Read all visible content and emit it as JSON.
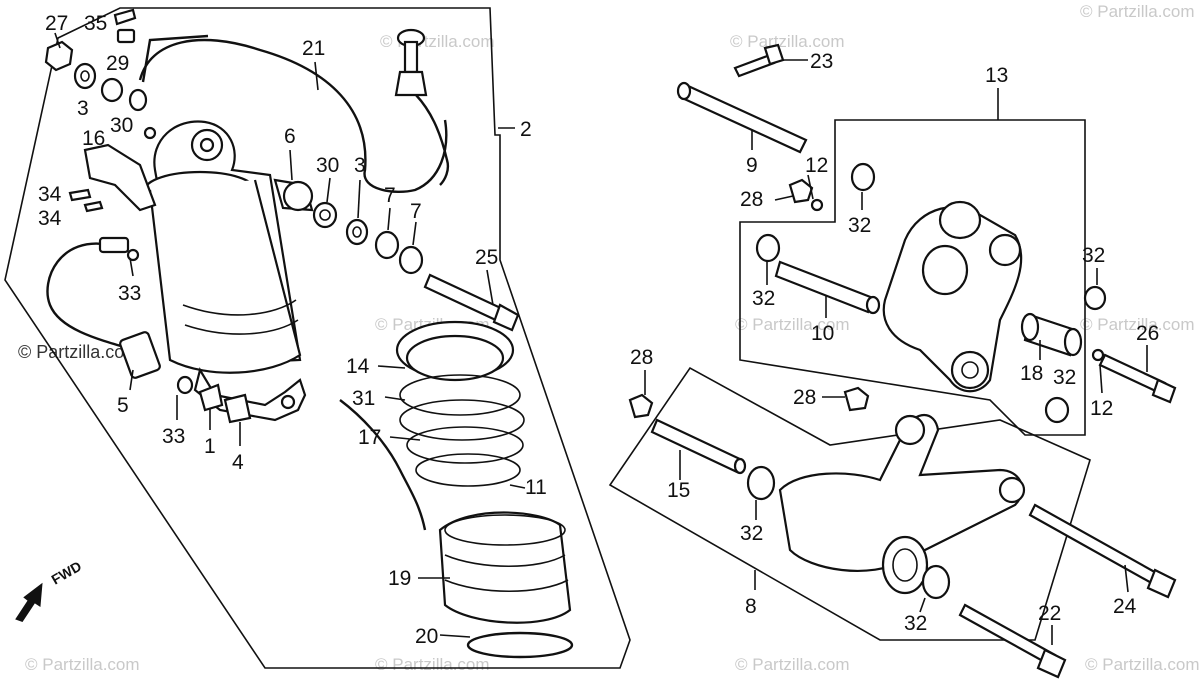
{
  "watermark": "© Partzilla.com",
  "direction_label": "FWD",
  "callouts": {
    "c27": "27",
    "c35": "35",
    "c29": "29",
    "c3a": "3",
    "c30a": "30",
    "c16": "16",
    "c34a": "34",
    "c34b": "34",
    "c33a": "33",
    "c5": "5",
    "c33b": "33",
    "c1": "1",
    "c4": "4",
    "c21": "21",
    "c2": "2",
    "c6": "6",
    "c30b": "30",
    "c3b": "3",
    "c7a": "7",
    "c7b": "7",
    "c25": "25",
    "c14": "14",
    "c31": "31",
    "c17": "17",
    "c11": "11",
    "c19": "19",
    "c20": "20",
    "c23": "23",
    "c13": "13",
    "c9": "9",
    "c12a": "12",
    "c28a": "28",
    "c32a": "32",
    "c32b": "32",
    "c10": "10",
    "c32c": "32",
    "c26": "26",
    "c18": "18",
    "c32d": "32",
    "c12b": "12",
    "c28b": "28",
    "c28c": "28",
    "c15": "15",
    "c32e": "32",
    "c8": "8",
    "c32f": "32",
    "c24": "24",
    "c22": "22"
  }
}
